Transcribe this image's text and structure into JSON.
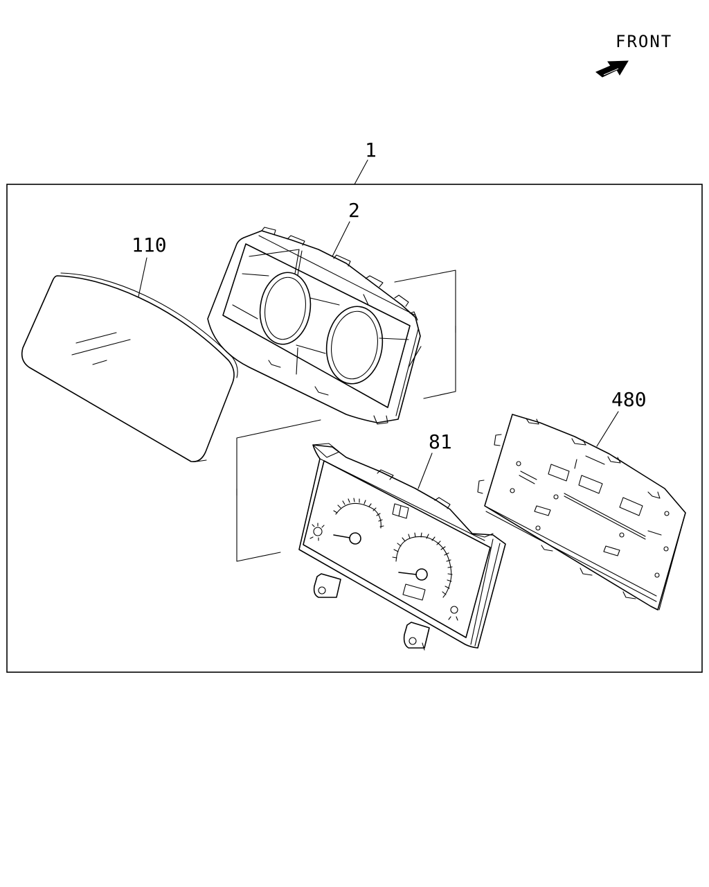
{
  "front_indicator": {
    "label": "FRONT",
    "icon": "arrow-icon"
  },
  "callouts": {
    "assembly": "1",
    "bezel": "2",
    "lens": "110",
    "gauge_panel": "81",
    "circuit_board": "480"
  }
}
